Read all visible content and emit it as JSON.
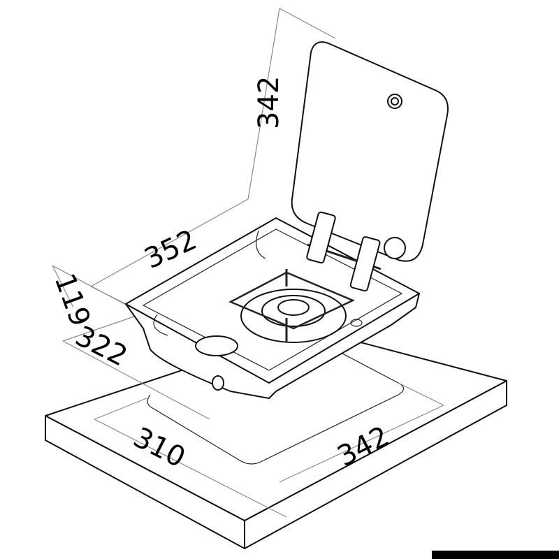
{
  "dimensions": {
    "lid_height": "342",
    "top_width": "352",
    "depth": "119",
    "top_depth": "322",
    "cutout_width": "310",
    "cutout_depth": "342"
  }
}
